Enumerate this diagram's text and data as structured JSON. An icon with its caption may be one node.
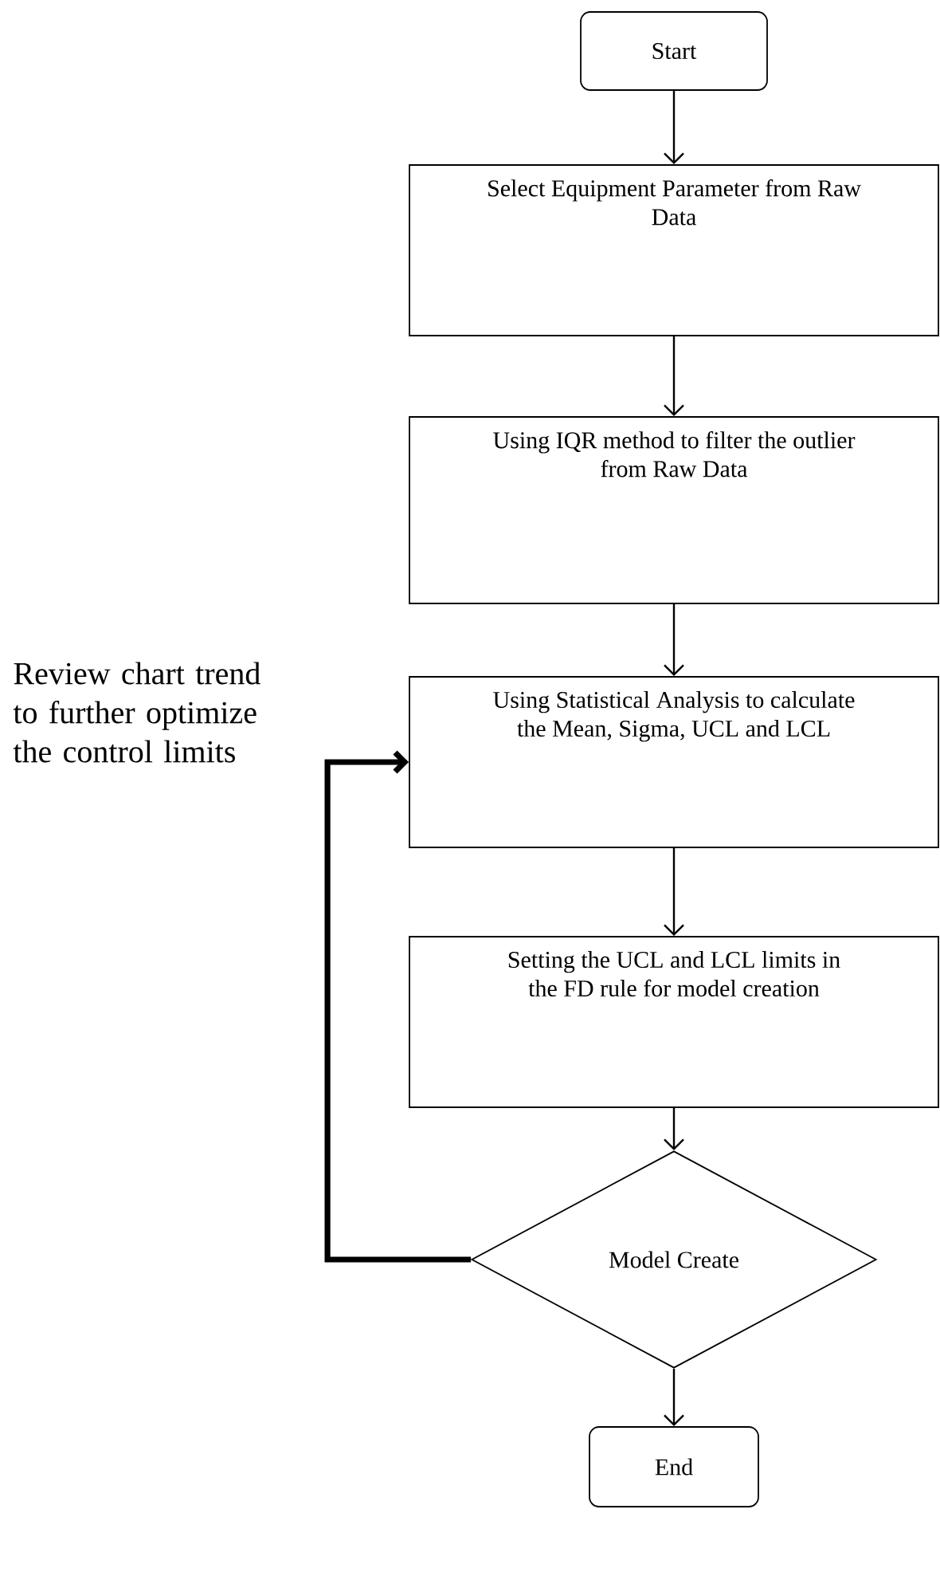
{
  "diagram": {
    "nodes": [
      {
        "text": [
          "Start"
        ]
      },
      {
        "text": [
          "Select Equipment Parameter from Raw Data"
        ]
      },
      {
        "text": [
          "Using IQR method to filter the outlier from Raw Data"
        ]
      },
      {
        "text": [
          "Using Statistical Analysis to calculate the Mean, Sigma, UCL and LCL"
        ]
      },
      {
        "text": [
          "Setting the UCL and LCL limits in the FD rule for model creation"
        ]
      },
      {
        "text": [
          "Model Create"
        ]
      },
      {
        "text": [
          "End"
        ]
      }
    ],
    "edges": [
      {
        "from": 0,
        "to": 1,
        "arrow": "to"
      },
      {
        "from": 1,
        "to": 2,
        "arrow": "to"
      },
      {
        "from": 2,
        "to": 3,
        "arrow": "to"
      },
      {
        "from": 3,
        "to": 4,
        "arrow": "to"
      },
      {
        "from": 4,
        "to": 5,
        "arrow": "to"
      },
      {
        "from": 5,
        "to": 3,
        "arrow": "to",
        "style": "thick",
        "label": "Review chart trend to further optimize the control limits"
      },
      {
        "from": 5,
        "to": 6,
        "arrow": "to"
      }
    ]
  }
}
